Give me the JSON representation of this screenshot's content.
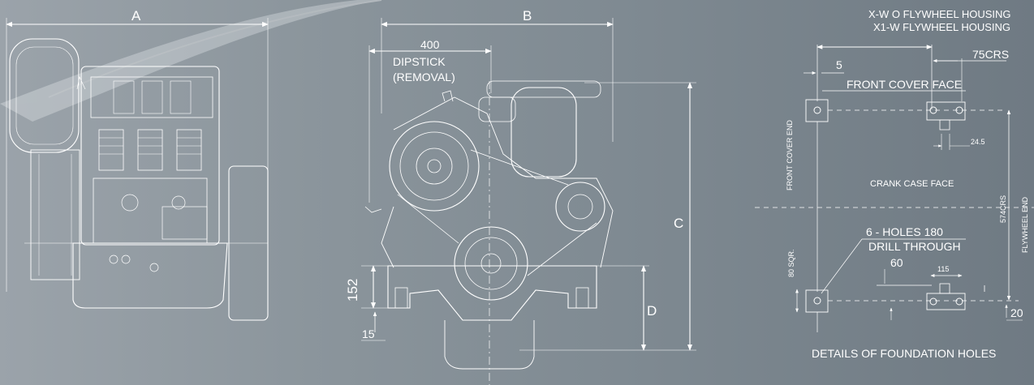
{
  "views": {
    "side": {
      "dim_a": "A"
    },
    "front": {
      "dim_b": "B",
      "dim_400": "400",
      "dipstick": "DIPSTICK",
      "removal": "(REMOVAL)",
      "dim_c": "C",
      "dim_d": "D",
      "dim_152": "152",
      "dim_15": "15"
    },
    "foundation": {
      "title_line1": "X-W O FLYWHEEL HOUSING",
      "title_line2": "X1-W  FLYWHEEL HOUSING",
      "dim_5": "5",
      "dim_75crs": "75CRS",
      "front_cover_face": "FRONT COVER FACE",
      "front_cover_end": "FRONT COVER END",
      "dim_24_5": "24.5",
      "crank_case_face": "CRANK CASE FACE",
      "dim_574crs": "574CRS",
      "flywheel_end": "FLYWHEEL END",
      "holes_note": "6 - HOLES 180",
      "drill_through": "DRILL THROUGH",
      "dim_60": "60",
      "dim_115": "115",
      "dim_80sqr": "80 SQR.",
      "dim_20": "20",
      "caption": "DETAILS OF FOUNDATION HOLES"
    }
  }
}
